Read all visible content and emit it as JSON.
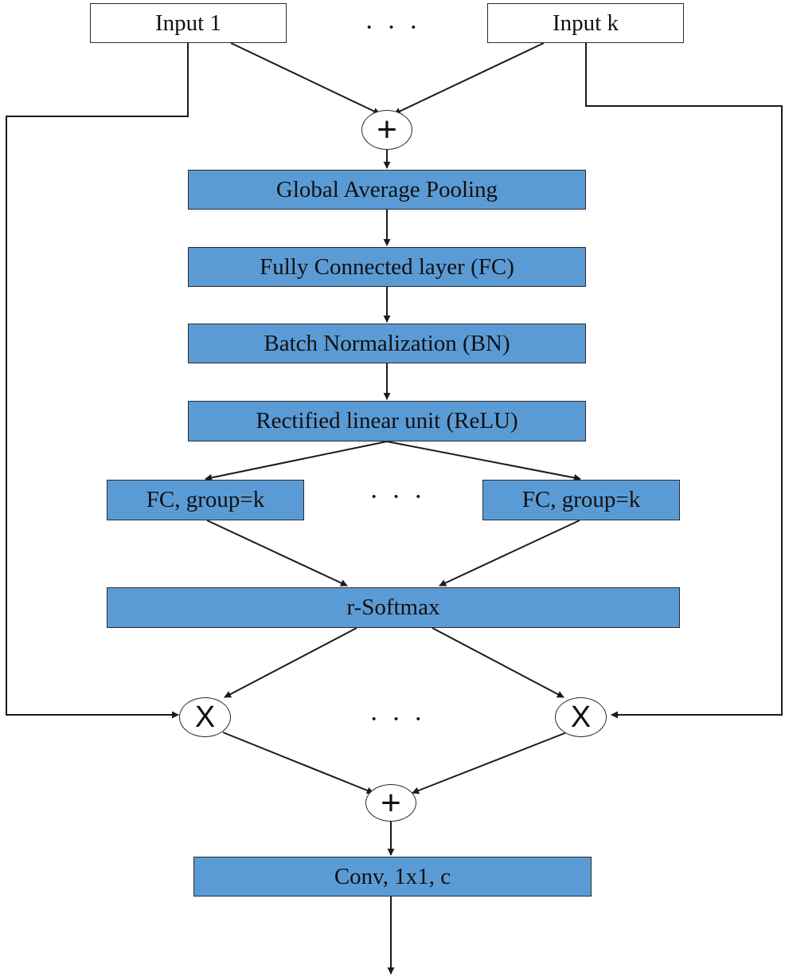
{
  "inputs": {
    "first": "Input 1",
    "last": "Input k",
    "ellipsis": "· · ·"
  },
  "ops": {
    "plus": "+",
    "times": "X"
  },
  "blocks": {
    "gap": "Global Average Pooling",
    "fc": "Fully Connected layer (FC)",
    "bn": "Batch Normalization (BN)",
    "relu": "Rectified linear unit (ReLU)",
    "fc_group_left": "FC, group=k",
    "fc_group_right": "FC, group=k",
    "softmax": "r-Softmax",
    "conv": "Conv, 1x1, c"
  },
  "ellipses": {
    "fc_row": "· · ·",
    "mult_row": "· · ·"
  },
  "colors": {
    "block_fill": "#5b9bd5",
    "stroke": "#1a1a1a",
    "background": "#ffffff"
  }
}
